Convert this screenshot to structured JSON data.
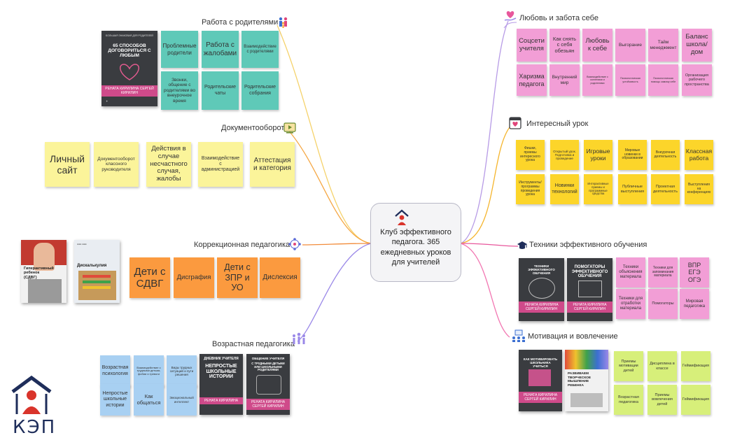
{
  "center": {
    "text": "Клуб эффективного педагога. 365 ежедневных уроков для учителей"
  },
  "logo": {
    "text": "КЭП"
  },
  "branches": {
    "parents": {
      "title": "Работа с родителями",
      "notes": [
        "Проблемные родители",
        "Работа с жалобами",
        "Взаимодействие с родителями",
        "Звонки, общение с родителями во внеурочное время",
        "Родительские чаты",
        "Родительские собрания"
      ],
      "book": {
        "top": "БОЛЬШАЯ ЗНАКОВАЯ ДЛЯ РОДИТЕЛЕЙ",
        "title": "65 СПОСОБОВ ДОГОВОРИТЬСЯ С ЛЮБЫМ",
        "band": "РЕНАТА КИРИЛИНА СЕРГЕЙ КИРИЛИН"
      }
    },
    "docs": {
      "title": "Документооборот",
      "notes": [
        "Личный сайт",
        "Документооборот классного руководителя",
        "Действия в случае несчастного случая, жалобы",
        "Взаимодействие с администрацией",
        "Аттестация и категория"
      ]
    },
    "correction": {
      "title": "Коррекционная педагогика",
      "notes": [
        "Дети с СДВГ",
        "Дисграфия",
        "Дети с ЗПР и УО",
        "Дислексия"
      ],
      "book1": {
        "title": "Гиперактивный ребенок (СДВГ)"
      },
      "book2": {
        "title": "Дискалькулия"
      }
    },
    "age": {
      "title": "Возрастная педагогика",
      "notes": [
        "Возрастная психология",
        "Взаимодействие с трудными детьми, фобии и тревоги",
        "Виды трудных ситуаций и пути решения",
        "Непростые школьные истории",
        "Как общаться",
        "Эмоциональный интеллект"
      ],
      "book1": {
        "top": "ДНЕВНИК УЧИТЕЛЯ",
        "title": "НЕПРОСТЫЕ ШКОЛЬНЫЕ ИСТОРИИ",
        "band": "РЕНАТА КИРИЛИНА"
      },
      "book2": {
        "top": "ОБЩЕНИЕ УЧИТЕЛЯ",
        "title": "С ТРУДНЫМИ ДЕТЬМИ ИЛИ ШКОЛЬНЫМИ РОДИТЕЛЯМИ",
        "band": "РЕНАТА КИРИЛИНА СЕРГЕЙ КИРИЛИН"
      }
    },
    "selfcare": {
      "title": "Любовь и забота себе",
      "notes": [
        "Соцсети учителя",
        "Как снять с себя обезьян",
        "Любовь к себе",
        "Выгорание",
        "Тайм менеджмент",
        "Баланс школа/ дом",
        "Харизма педагога",
        "Внутренний мир",
        "Взаимодействие с коллегами и родителями",
        "Психологическая устойчивость",
        "Психологическая помощь самому себе",
        "Организация рабочего пространства"
      ]
    },
    "lesson": {
      "title": "Интересный урок",
      "notes": [
        "Фишки, приемы интересного урока",
        "Открытый урок. Подготовка и проведение",
        "Игровые уроки",
        "Мировые новинки в образовании",
        "Внеурочная деятельность",
        "Классная работа",
        "Инструменты/ программы проведения урока",
        "Новинки технологий",
        "Интерактивные приемы и программные средства",
        "Публичные выступления",
        "Проектная деятельность",
        "Выступления на конференциях"
      ]
    },
    "techniques": {
      "title": "Техники эффективного обучения",
      "notes": [
        "Техники объяснения материала",
        "Техники для запоминания материала",
        "ВПР ЕГЭ ОГЭ",
        "Техники для отработки материала",
        "Помогаторы",
        "Мировая педагогика"
      ],
      "book1": {
        "title": "ТЕХНИКИ ЭФФЕКТИВНОГО ОБУЧЕНИЯ",
        "band": "РЕНАТА КИРИЛИНА СЕРГЕЙ КИРИЛИН"
      },
      "book2": {
        "title": "ПОМОГАТОРЫ ЭФФЕКТИВНОГО ОБУЧЕНИЯ",
        "band": "РЕНАТА КИРИЛИНА СЕРГЕЙ КИРИЛИН"
      }
    },
    "motivation": {
      "title": "Мотивация и вовлечение",
      "notes": [
        "Приемы мотивации детей",
        "Дисциплина в классе",
        "Геймификация",
        "Возрастная педагогика",
        "Приемы вовлечения детей",
        "Геймификация"
      ],
      "book1": {
        "title": "КАК МОТИВИРОВАТЬ ШКОЛЬНИКА УЧИТЬСЯ",
        "band": "РЕНАТА КИРИЛИНА СЕРГЕЙ КИРИЛИН"
      },
      "book2": {
        "title": "РАЗВИВАЕМ ТВОРЧЕСКОЕ МЫШЛЕНИЕ РЕБЕНКА"
      }
    }
  },
  "colors": {
    "parents": "#f5d26b",
    "docs": "#f5a743",
    "correction": "#f28c3b",
    "age": "#9a88e8",
    "selfcare": "#b79be6",
    "lesson": "#f5b52d",
    "techniques": "#e8579c",
    "motivation": "#f277b2",
    "teal": "#5fc9b8",
    "yellow": "#fbf49a",
    "orange": "#fb9a3f",
    "blue": "#a8d0f2",
    "pink": "#f29ed6",
    "gold": "#fcd52a",
    "lime": "#d7ef7a",
    "logo_red": "#d9342b",
    "logo_navy": "#1e2d5a"
  },
  "icons": {
    "parents": "family-icon",
    "docs": "document-video-icon",
    "correction": "people-circle-icon",
    "age": "age-people-icon",
    "selfcare": "heart-hand-icon",
    "lesson": "lesson-board-icon",
    "techniques": "graduation-cap-icon",
    "motivation": "teamwork-icon",
    "center": "house-person-icon"
  }
}
